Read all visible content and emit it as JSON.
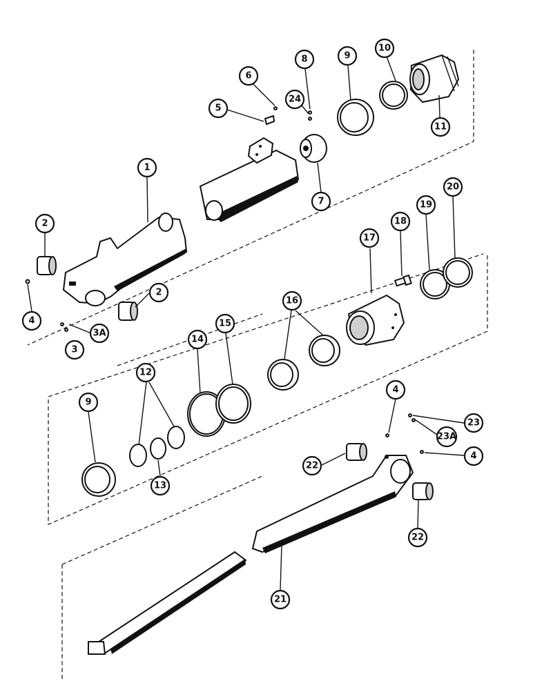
{
  "callouts": [
    {
      "id": "c1",
      "text": "1"
    },
    {
      "id": "c2a",
      "text": "2"
    },
    {
      "id": "c2b",
      "text": "2"
    },
    {
      "id": "c3",
      "text": "3"
    },
    {
      "id": "c3A",
      "text": "3A"
    },
    {
      "id": "c4a",
      "text": "4"
    },
    {
      "id": "c4b",
      "text": "4"
    },
    {
      "id": "c4c",
      "text": "4"
    },
    {
      "id": "c5",
      "text": "5"
    },
    {
      "id": "c6",
      "text": "6"
    },
    {
      "id": "c7",
      "text": "7"
    },
    {
      "id": "c8",
      "text": "8"
    },
    {
      "id": "c9a",
      "text": "9"
    },
    {
      "id": "c9b",
      "text": "9"
    },
    {
      "id": "c10",
      "text": "10"
    },
    {
      "id": "c11",
      "text": "11"
    },
    {
      "id": "c12",
      "text": "12"
    },
    {
      "id": "c13",
      "text": "13"
    },
    {
      "id": "c14",
      "text": "14"
    },
    {
      "id": "c15",
      "text": "15"
    },
    {
      "id": "c16",
      "text": "16"
    },
    {
      "id": "c17",
      "text": "17"
    },
    {
      "id": "c18",
      "text": "18"
    },
    {
      "id": "c19",
      "text": "19"
    },
    {
      "id": "c20",
      "text": "20"
    },
    {
      "id": "c21",
      "text": "21"
    },
    {
      "id": "c22a",
      "text": "22"
    },
    {
      "id": "c22b",
      "text": "22"
    },
    {
      "id": "c23",
      "text": "23"
    },
    {
      "id": "c23A",
      "text": "23A"
    },
    {
      "id": "c24",
      "text": "24"
    }
  ]
}
